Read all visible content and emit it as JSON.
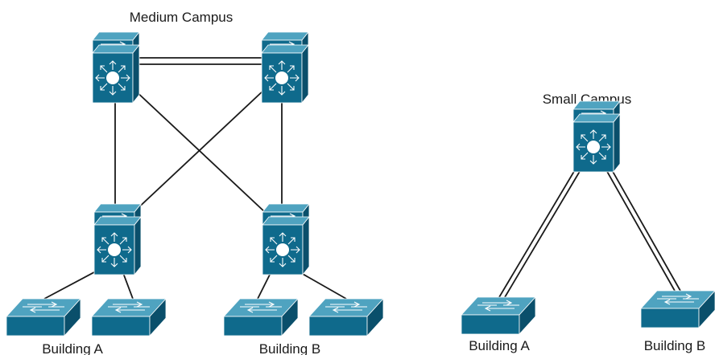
{
  "medium_campus": {
    "title": "Medium Campus",
    "building_a_label": "Building A",
    "building_b_label": "Building B"
  },
  "small_campus": {
    "title": "Small Campus",
    "building_a_label": "Building A",
    "building_b_label": "Building B"
  },
  "colors": {
    "device_front": "#0f6a8c",
    "device_top": "#4fa3c0",
    "device_side": "#0a4f6b",
    "link": "#1a1a1a"
  },
  "icons": {
    "multilayer_switch": "multilayer-switch-icon",
    "access_switch": "workgroup-switch-icon"
  }
}
